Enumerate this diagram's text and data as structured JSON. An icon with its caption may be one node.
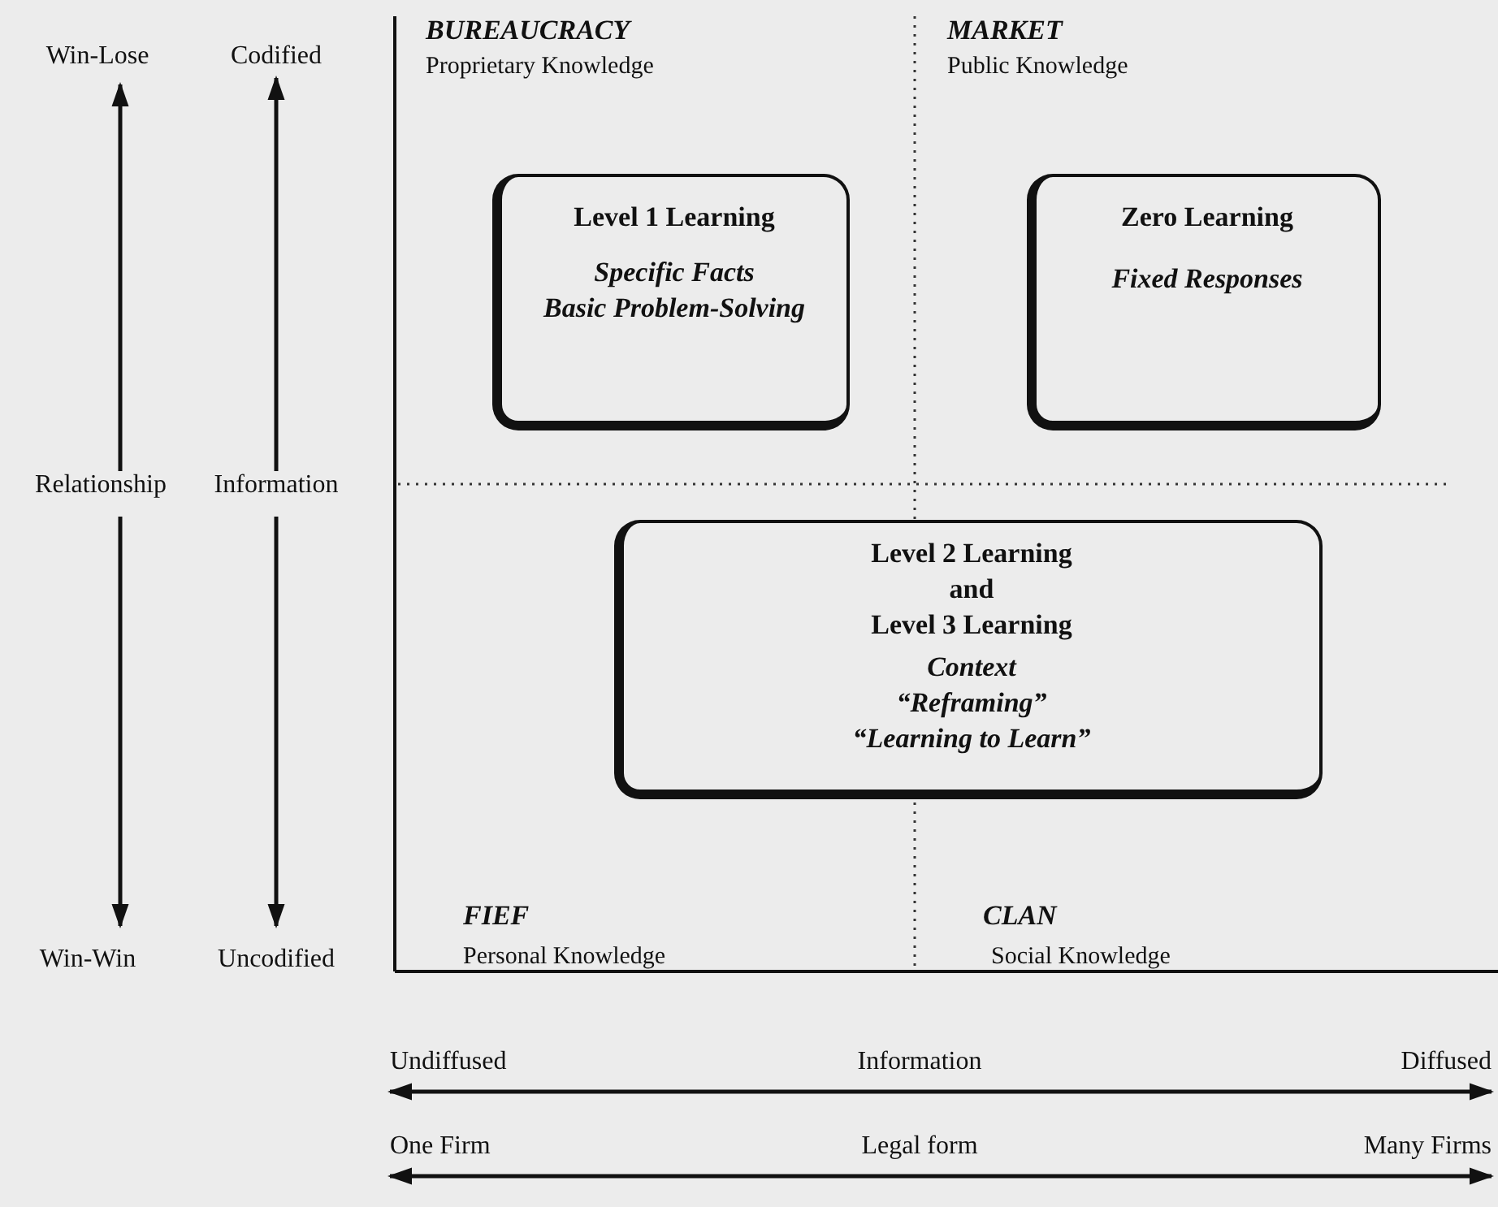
{
  "diagram": {
    "nodes": [
      {
        "text": [
          "Level 1 Learning",
          "Specific Facts",
          "Basic Problem-Solving"
        ]
      },
      {
        "text": [
          "Zero Learning",
          "Fixed Responses"
        ]
      },
      {
        "text": [
          "Level 2 Learning",
          "and",
          "Level 3 Learning",
          "Context",
          "“Reframing”",
          "“Learning to Learn”"
        ]
      }
    ],
    "labels": [
      "Win-Lose",
      "Codified",
      "BUREAUCRACY",
      "Proprietary Knowledge",
      "MARKET",
      "Public Knowledge",
      "Relationship",
      "Information",
      "FIEF",
      "CLAN",
      "Win-Win",
      "Uncodified",
      "Personal Knowledge",
      "Social Knowledge",
      "Undiffused",
      "Information",
      "Diffused",
      "One Firm",
      "Legal form",
      "Many Firms"
    ]
  }
}
